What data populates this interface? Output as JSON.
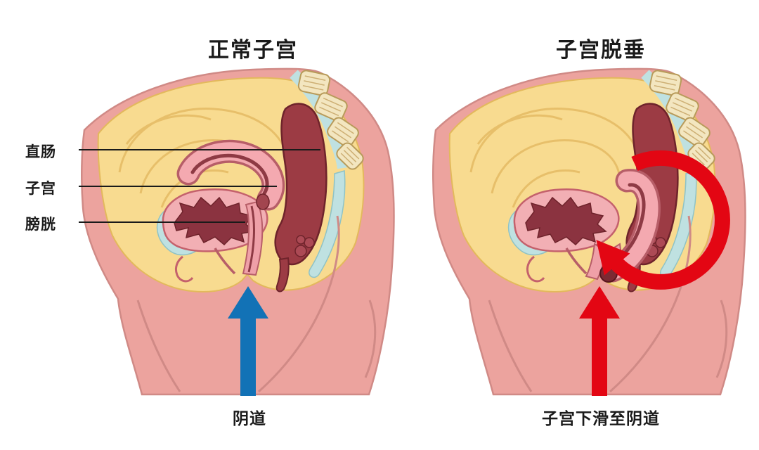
{
  "panels": {
    "left": {
      "title": "正常子宫",
      "caption": "阴道",
      "arrow_color": "#1272B6"
    },
    "right": {
      "title": "子宫脱垂",
      "caption": "子宫下滑至阴道",
      "arrow_color": "#E30613"
    }
  },
  "labels": {
    "rectum": "直肠",
    "uterus": "子宫",
    "bladder": "膀胱"
  },
  "colors": {
    "skin": "#ECA39E",
    "abdominal_cavity": "#F8DB90",
    "rectum_dark": "#9C3B44",
    "uterus_pink": "#F4A9B0",
    "bone_cream": "#F3E6C0",
    "cartilage_teal": "#BFE1E1",
    "arrow_blue": "#1272B6",
    "arrow_red": "#E30613"
  }
}
